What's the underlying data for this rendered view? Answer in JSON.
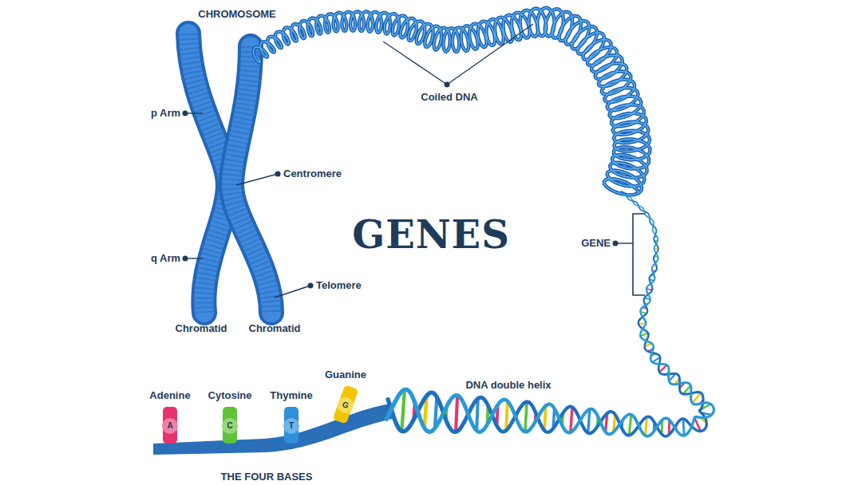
{
  "diagram": {
    "title": "GENES",
    "nodes": [
      {
        "text": [
          "Adenine",
          "A"
        ]
      },
      {
        "text": [
          "Cytosine",
          "C"
        ]
      },
      {
        "text": [
          "Thymine",
          "T"
        ]
      },
      {
        "text": [
          "Guanine",
          "G"
        ]
      }
    ],
    "labels": [
      "CHROMOSOME",
      "p Arm",
      "Coiled DNA",
      "Centromere",
      "GENE",
      "q Arm",
      "Telomere",
      "Chromatid",
      "Chromatid",
      "DNA double helix",
      "THE FOUR BASES"
    ]
  }
}
